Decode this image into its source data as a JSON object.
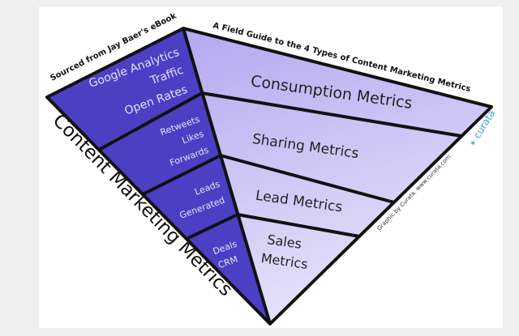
{
  "header": {
    "source_label": "Sourced from Jay Baer's eBook",
    "guide_title": "A Field Guide to the 4 Types of Content Marketing Metrics"
  },
  "side_title": "Content Marketing Metrics",
  "credit": "Graphic by Curata. www.curata.com",
  "logo": "curata",
  "tiers": [
    {
      "name": "Consumption Metrics",
      "examples": [
        "Google Analytics",
        "Traffic",
        "Open Rates"
      ]
    },
    {
      "name": "Sharing Metrics",
      "examples": [
        "Retweets",
        "Likes",
        "Forwards"
      ]
    },
    {
      "name": "Lead Metrics",
      "examples": [
        "Leads",
        "Generated"
      ]
    },
    {
      "name_lines": [
        "Sales",
        "Metrics"
      ],
      "examples": [
        "Deals",
        "CRM"
      ]
    }
  ],
  "colors": {
    "dark": "#4b3fc4",
    "light": "#c3bbf4",
    "logo": "#3aa0dc"
  }
}
